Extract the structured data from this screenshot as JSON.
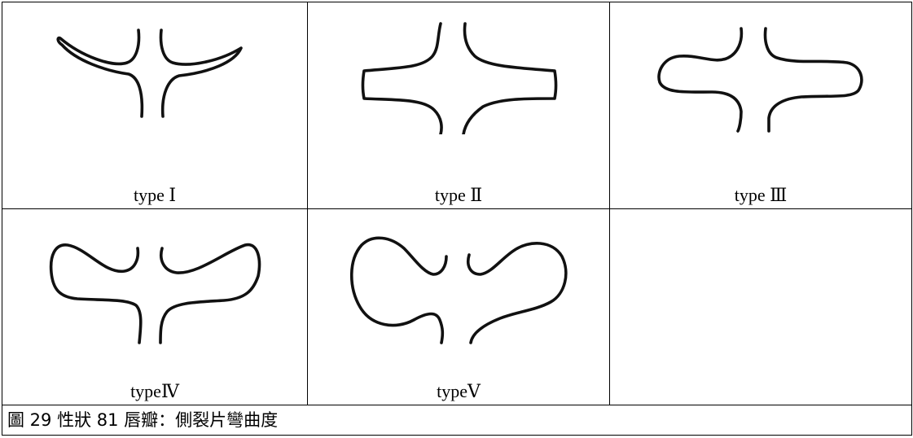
{
  "figure": {
    "cells": [
      {
        "label": "type Ⅰ",
        "icon": "labellum-type-1-icon"
      },
      {
        "label": "type Ⅱ",
        "icon": "labellum-type-2-icon"
      },
      {
        "label": "type Ⅲ",
        "icon": "labellum-type-3-icon"
      },
      {
        "label": "typeⅣ",
        "icon": "labellum-type-4-icon"
      },
      {
        "label": "typeⅤ",
        "icon": "labellum-type-5-icon"
      }
    ],
    "caption": "圖 29 性狀 81 唇瓣：側裂片彎曲度",
    "stroke_color": "#111111",
    "border_color": "#000000"
  }
}
